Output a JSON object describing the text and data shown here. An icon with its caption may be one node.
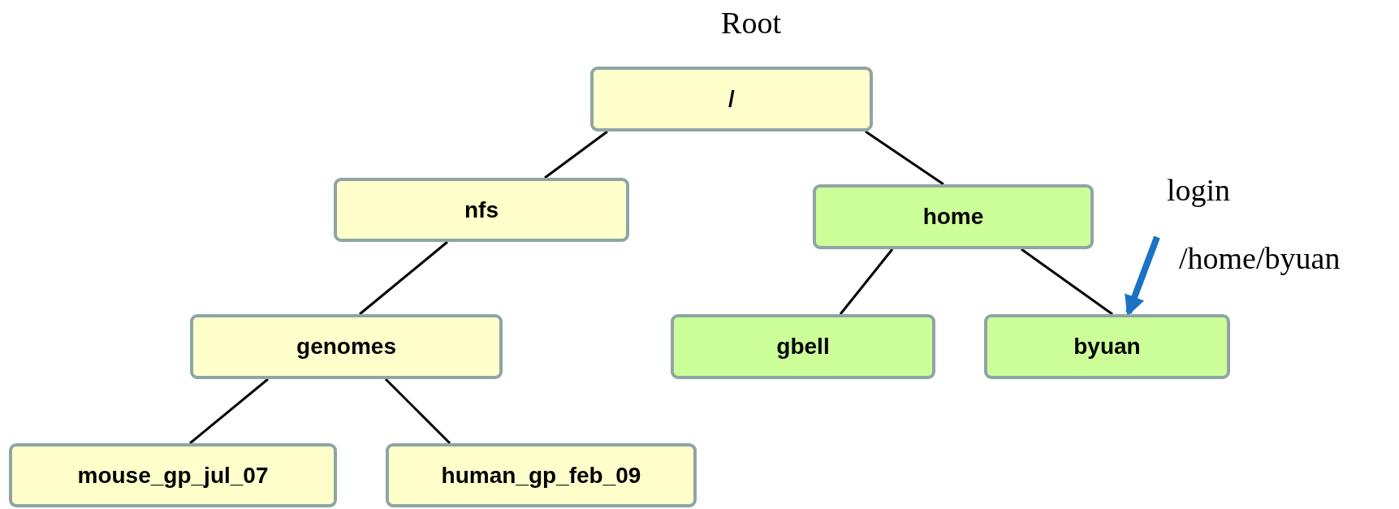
{
  "diagram": {
    "nodes": [
      {
        "text": [
          "/"
        ],
        "beside": [
          "Root"
        ]
      },
      {
        "text": [
          "nfs"
        ]
      },
      {
        "text": [
          "home"
        ]
      },
      {
        "text": [
          "genomes"
        ]
      },
      {
        "text": [
          "gbell"
        ]
      },
      {
        "text": [
          "byuan"
        ]
      },
      {
        "text": [
          "mouse_gp_jul_07"
        ]
      },
      {
        "text": [
          "human_gp_feb_09"
        ]
      }
    ],
    "edges": [
      {
        "from": 0,
        "to": 1,
        "arrow": "none"
      },
      {
        "from": 0,
        "to": 2,
        "arrow": "none"
      },
      {
        "from": 1,
        "to": 3,
        "arrow": "none"
      },
      {
        "from": 2,
        "to": 4,
        "arrow": "none"
      },
      {
        "from": 2,
        "to": 5,
        "arrow": "none"
      },
      {
        "from": 3,
        "to": 6,
        "arrow": "none"
      },
      {
        "from": 3,
        "to": 7,
        "arrow": "none"
      },
      {
        "from": null,
        "to": 5,
        "arrow": "to",
        "style": "thick",
        "color": "#1a72c4"
      }
    ],
    "labels": [
      "login",
      "/home/byuan"
    ]
  }
}
